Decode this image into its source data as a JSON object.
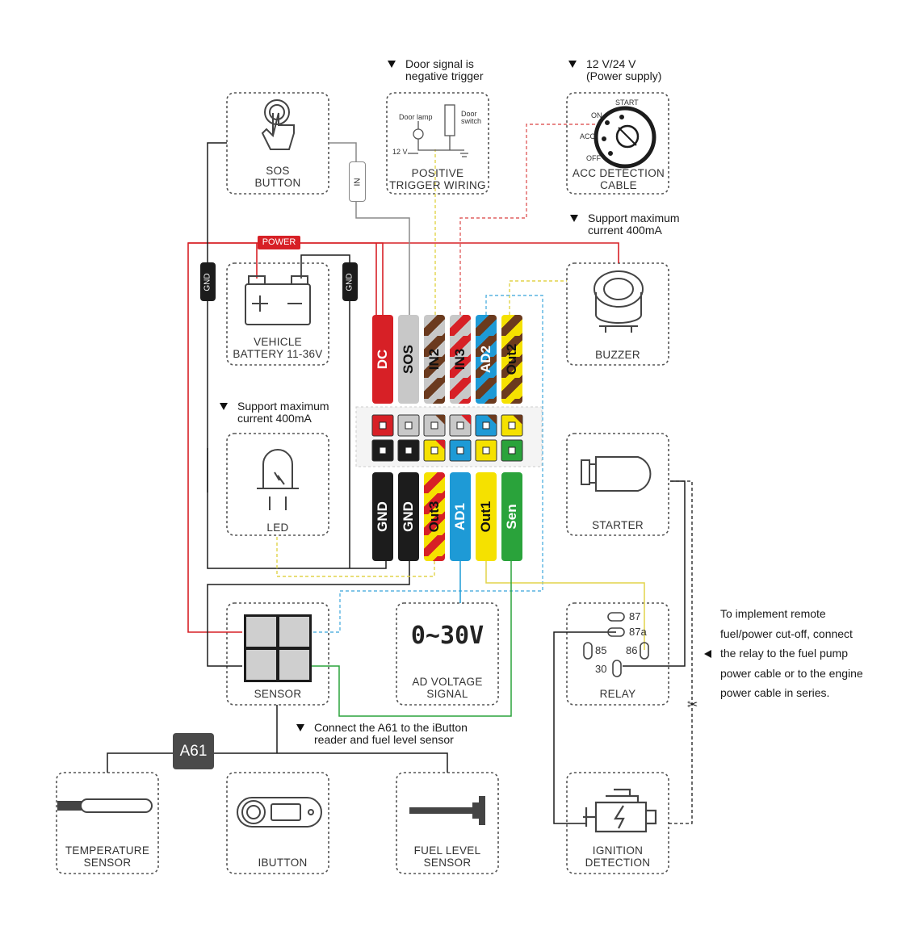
{
  "colors": {
    "red": "#d72026",
    "black": "#1c1c1c",
    "gray": "#c8c8c8",
    "brown": "#6b3a1e",
    "blue": "#1e9ad6",
    "yellow": "#f5e100",
    "green": "#2aa33b",
    "dashed_blue": "#58b4e0",
    "dashed_red": "#e06060",
    "dashed_yellow": "#e2d44a",
    "box_border": "#555555"
  },
  "components": {
    "sos_button": "SOS\nBUTTON",
    "positive_trigger": "POSITIVE\nTRIGGER WIRING",
    "acc_detection": "ACC DETECTION\nCABLE",
    "vehicle_battery": "VEHICLE\nBATTERY 11-36V",
    "buzzer": "BUZZER",
    "led": "LED",
    "starter": "STARTER",
    "sensor": "SENSOR",
    "ad_voltage": "AD VOLTAGE\nSIGNAL",
    "ad_range": "0~30V",
    "relay": "RELAY",
    "temperature_sensor": "TEMPERATURE\nSENSOR",
    "ibutton": "IBUTTON",
    "fuel_level_sensor": "FUEL LEVEL\nSENSOR",
    "ignition_detection": "IGNITION\nDETECTION"
  },
  "notes": {
    "door_signal": "Door signal is\nnegative trigger",
    "power_supply": "12 V/24 V\n(Power supply)",
    "buzzer_current": "Support maximum\ncurrent 400mA",
    "led_current": "Support maximum\ncurrent 400mA",
    "a61_note": "Connect the A61 to the iButton\nreader and fuel level sensor",
    "relay_note": "To implement remote\nfuel/power cut-off, connect\nthe relay to the fuel pump\npower cable or to the engine\npower cable in series."
  },
  "trigger_wiring": {
    "door_lamp": "Door lamp",
    "door_switch": "Door\nswitch",
    "voltage": "12 V"
  },
  "ignition_switch": {
    "start": "START",
    "on": "ON",
    "acc": "ACC",
    "off": "OFF"
  },
  "tags": {
    "power": "POWER",
    "gnd": "GND",
    "in": "IN",
    "a61": "A61"
  },
  "pins_top": [
    {
      "label": "DC",
      "color": "#d72026",
      "stripe": ""
    },
    {
      "label": "SOS",
      "color": "#c8c8c8",
      "stripe": ""
    },
    {
      "label": "IN2",
      "color": "#c8c8c8",
      "stripe": "#6b3a1e"
    },
    {
      "label": "IN3",
      "color": "#c8c8c8",
      "stripe": "#d72026"
    },
    {
      "label": "AD2",
      "color": "#1e9ad6",
      "stripe": "#6b3a1e"
    },
    {
      "label": "Out2",
      "color": "#f5e100",
      "stripe": "#6b3a1e"
    }
  ],
  "pins_bottom": [
    {
      "label": "GND",
      "color": "#1c1c1c",
      "stripe": ""
    },
    {
      "label": "GND",
      "color": "#1c1c1c",
      "stripe": ""
    },
    {
      "label": "Out3",
      "color": "#f5e100",
      "stripe": "#d72026"
    },
    {
      "label": "AD1",
      "color": "#1e9ad6",
      "stripe": ""
    },
    {
      "label": "Out1",
      "color": "#f5e100",
      "stripe": ""
    },
    {
      "label": "Sen",
      "color": "#2aa33b",
      "stripe": ""
    }
  ],
  "relay_pins": {
    "p87": "87",
    "p87a": "87a",
    "p85": "85",
    "p86": "86",
    "p30": "30"
  }
}
